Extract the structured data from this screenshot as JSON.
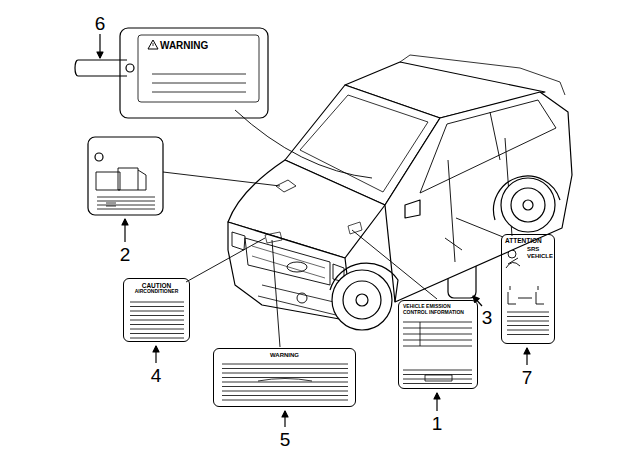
{
  "diagram": {
    "nodes": [
      {
        "text": [
          "WARNING"
        ]
      },
      {
        "text": [
          "CAUTION",
          "AIRCONDITIONER"
        ]
      },
      {
        "text": [
          "WARNING"
        ]
      },
      {
        "text": [
          "VEHICLE EMISSION CONTROL INFORMATION"
        ]
      },
      {
        "text": [
          "ATTENTION",
          "SRS VEHICLE"
        ]
      }
    ],
    "edges": [],
    "labels": [
      "6",
      "2",
      "4",
      "5",
      "1",
      "3",
      "7"
    ]
  }
}
